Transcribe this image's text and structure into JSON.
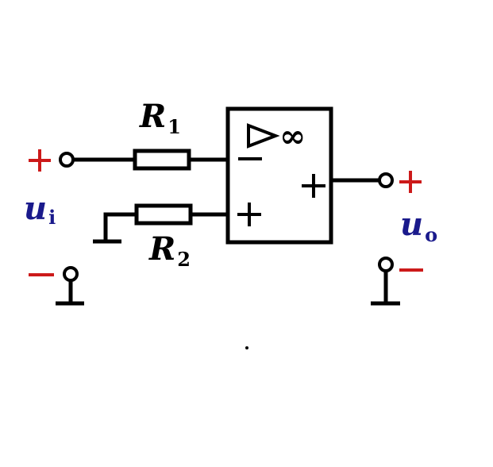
{
  "colors": {
    "wire": "#000000",
    "label": "#000000",
    "voltage_label": "#1a1a8c",
    "polarity": "#cc1a1a",
    "background": "#ffffff"
  },
  "labels": {
    "r1_letter": "R",
    "r1_sub": "1",
    "r2_letter": "R",
    "r2_sub": "2",
    "ui_letter": "u",
    "ui_sub": "i",
    "uo_letter": "u",
    "uo_sub": "o"
  },
  "opamp": {
    "gain_symbol": "∞",
    "inverting_sign": "−",
    "noninverting_sign": "+",
    "output_sign": "+"
  },
  "polarity": {
    "input_plus": "+",
    "input_minus": "−",
    "output_plus": "+",
    "output_minus": "−"
  }
}
